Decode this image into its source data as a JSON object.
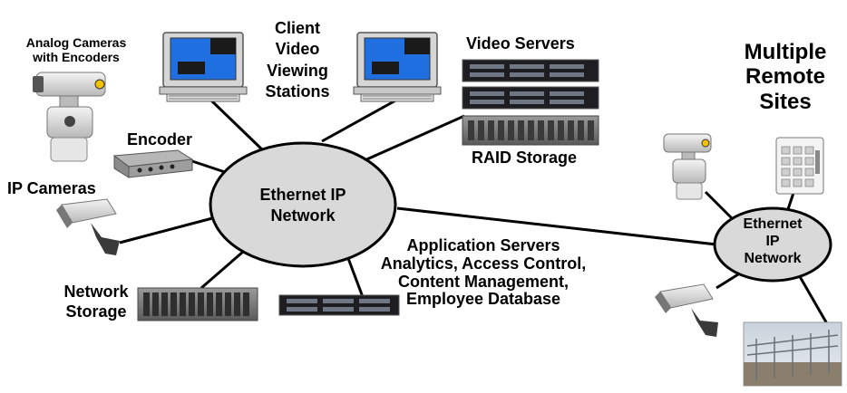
{
  "labels": {
    "analog_cameras": [
      "Analog Cameras",
      "with Encoders"
    ],
    "client_stations": [
      "Client",
      "Video",
      "Viewing",
      "Stations"
    ],
    "video_servers": "Video Servers",
    "raid_storage": "RAID Storage",
    "encoder": "Encoder",
    "ip_cameras": "IP Cameras",
    "network_storage": [
      "Network",
      "Storage"
    ],
    "app_servers": [
      "Application  Servers",
      "Analytics, Access Control,",
      "Content Management,",
      "Employee Database"
    ],
    "remote_sites": [
      "Multiple",
      "Remote",
      "Sites"
    ],
    "main_network": [
      "Ethernet IP",
      "Network"
    ],
    "remote_network": [
      "Ethernet",
      "IP",
      "Network"
    ]
  },
  "colors": {
    "network_fill": "#d9d9d9",
    "screen_blue": "#1f6fe0",
    "monitor_body": "#d6d6d6",
    "server_dark": "#1e1e22",
    "line": "#000000"
  }
}
